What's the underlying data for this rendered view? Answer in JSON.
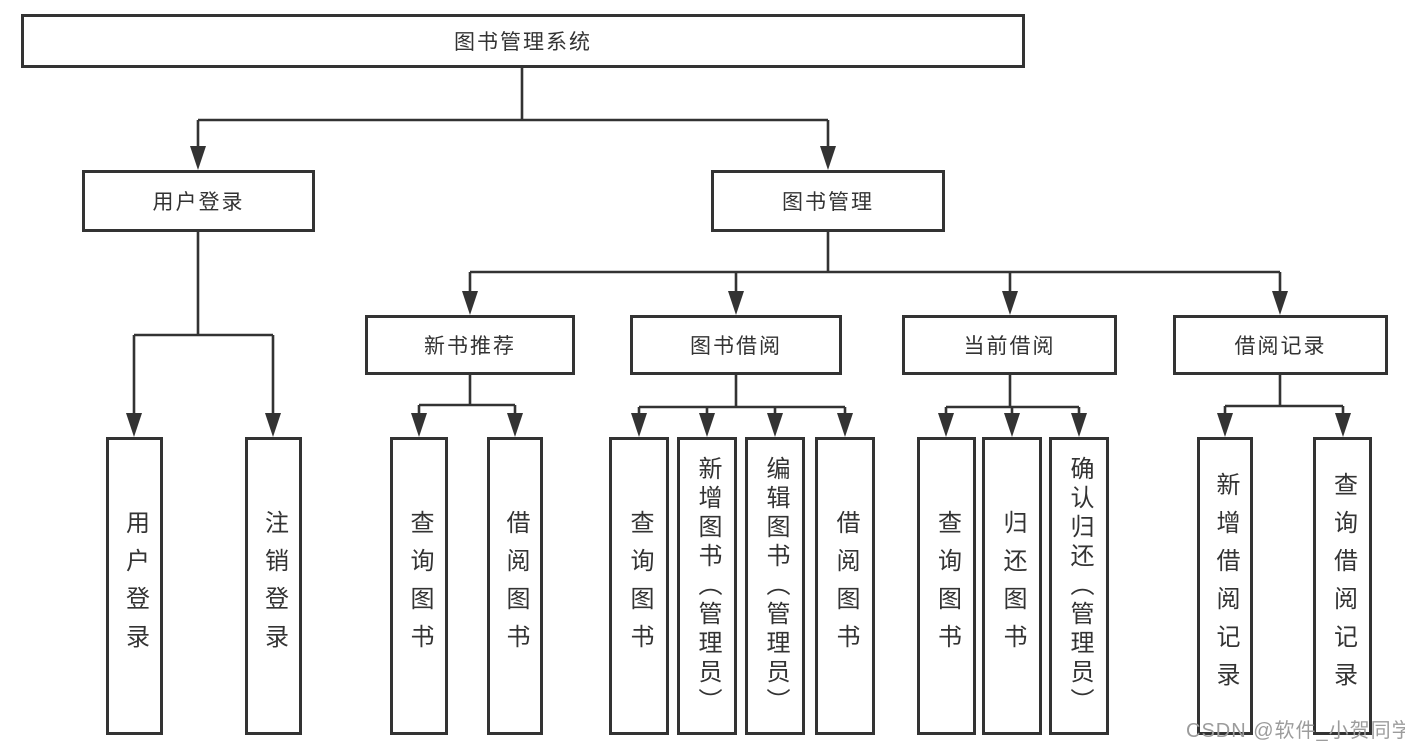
{
  "diagram": {
    "title": "图书管理系统",
    "level2": {
      "user_login": "用户登录",
      "book_mgmt": "图书管理"
    },
    "level3": {
      "new_books": "新书推荐",
      "borrowing": "图书借阅",
      "current": "当前借阅",
      "records": "借阅记录"
    },
    "leaves": {
      "user_login": [
        "用户登录",
        "注销登录"
      ],
      "new_books": [
        "查询图书",
        "借阅图书"
      ],
      "borrowing": [
        "查询图书",
        "新增图书（管理员）",
        "编辑图书（管理员）",
        "借阅图书"
      ],
      "current": [
        "查询图书",
        "归还图书",
        "确认归还（管理员）"
      ],
      "records": [
        "新增借阅记录",
        "查询借阅记录"
      ]
    },
    "watermark": "CSDN @软件_小贺同学",
    "colors": {
      "line": "#333333",
      "text": "#333333",
      "watermark": "#9c9c9c",
      "background": "#ffffff"
    }
  }
}
